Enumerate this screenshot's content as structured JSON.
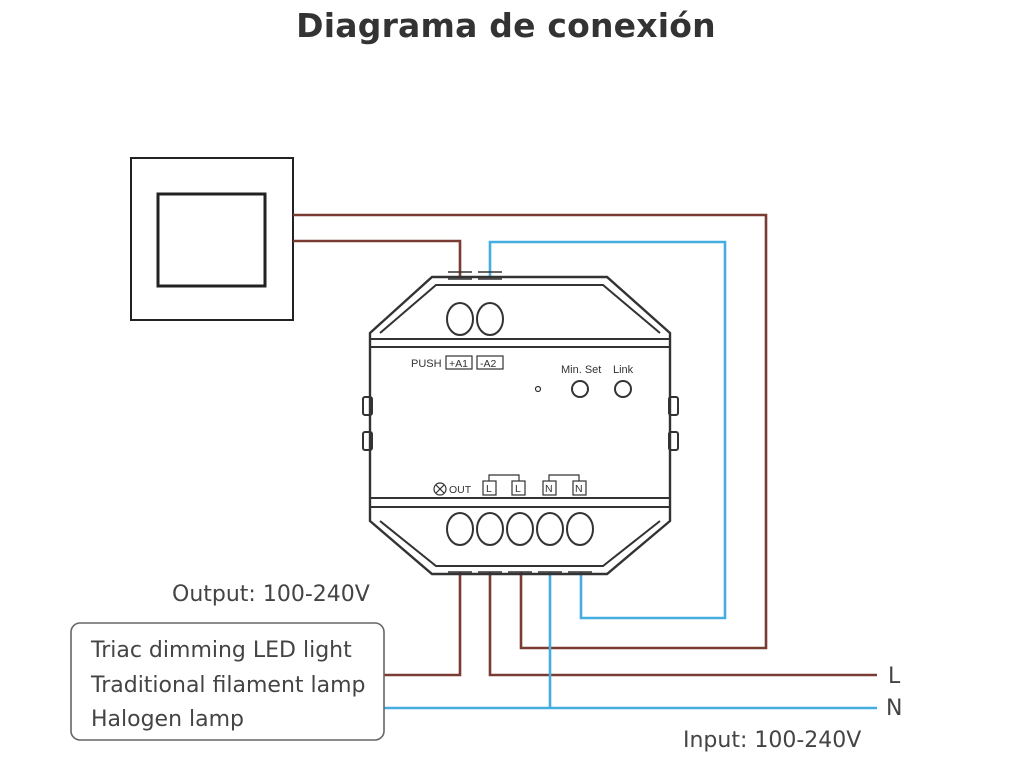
{
  "title": "Diagrama de conexión",
  "colors": {
    "live": "#7a3b32",
    "neutral": "#45aee0",
    "outline": "#333333"
  },
  "device": {
    "push_label": "PUSH",
    "a1_label": "+A1",
    "a2_label": "-A2",
    "min_set_label": "Min. Set",
    "link_label": "Link",
    "out_label": "OUT",
    "terminals": [
      "L",
      "L",
      "N",
      "N"
    ]
  },
  "output_label": "Output: 100-240V",
  "load_box": {
    "lines": [
      "Triac dimming LED light",
      "Traditional filament lamp",
      "Halogen lamp"
    ]
  },
  "line_labels": {
    "live": "L",
    "neutral": "N"
  },
  "input_label": "Input: 100-240V",
  "switch": {
    "icon": "wall-push-switch-icon"
  }
}
